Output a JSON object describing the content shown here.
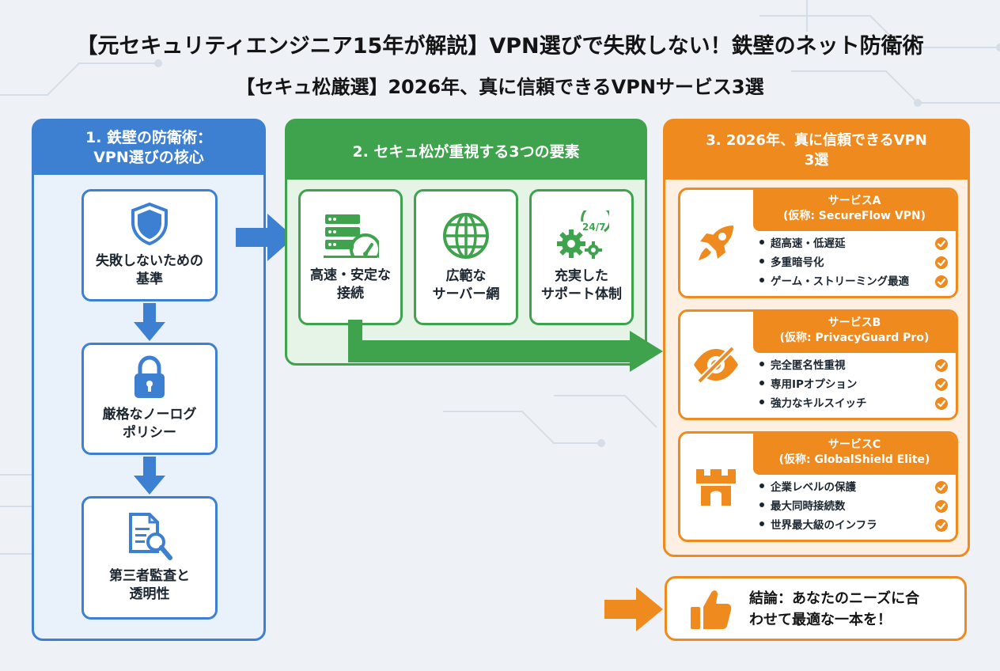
{
  "title_line1": "【元セキュリティエンジニア15年が解説】VPN選びで失敗しない！鉄壁のネット防衛術",
  "title_line2": "【セキュ松厳選】2026年、真に信頼できるVPNサービス3選",
  "panel1": {
    "heading": "1. 鉄壁の防衛術：\nVPN選びの核心",
    "items": [
      {
        "label": "失敗しないための\n基準",
        "icon": "shield-icon"
      },
      {
        "label": "厳格なノーログ\nポリシー",
        "icon": "lock-icon"
      },
      {
        "label": "第三者監査と\n透明性",
        "icon": "document-search-icon"
      }
    ]
  },
  "panel2": {
    "heading": "2. セキュ松が重視する3つの要素",
    "items": [
      {
        "label": "高速・安定な\n接続",
        "icon": "server-speed-icon"
      },
      {
        "label": "広範な\nサーバー網",
        "icon": "globe-icon"
      },
      {
        "label": "充実した\nサポート体制",
        "icon": "gears-24-7-icon",
        "badge": "24/7"
      }
    ]
  },
  "panel3": {
    "heading": "3. 2026年、真に信頼できるVPN\n3選",
    "services": [
      {
        "name": "サービスA",
        "alias": "(仮称: SecureFlow VPN)",
        "icon": "rocket-icon",
        "features": [
          "超高速・低遅延",
          "多重暗号化",
          "ゲーム・ストリーミング最適"
        ]
      },
      {
        "name": "サービスB",
        "alias": "(仮称: PrivacyGuard Pro)",
        "icon": "eye-slash-icon",
        "features": [
          "完全匿名性重視",
          "専用IPオプション",
          "強力なキルスイッチ"
        ]
      },
      {
        "name": "サービスC",
        "alias": "(仮称: GlobalShield Elite)",
        "icon": "castle-icon",
        "features": [
          "企業レベルの保護",
          "最大同時接続数",
          "世界最大級のインフラ"
        ]
      }
    ]
  },
  "conclusion": {
    "text": "結論：あなたのニーズに合\nわせて最適な一本を！",
    "icon": "thumbs-up-icon"
  },
  "colors": {
    "blue": "#3d7fd0",
    "green": "#3fa34d",
    "orange": "#ef8a1f"
  }
}
